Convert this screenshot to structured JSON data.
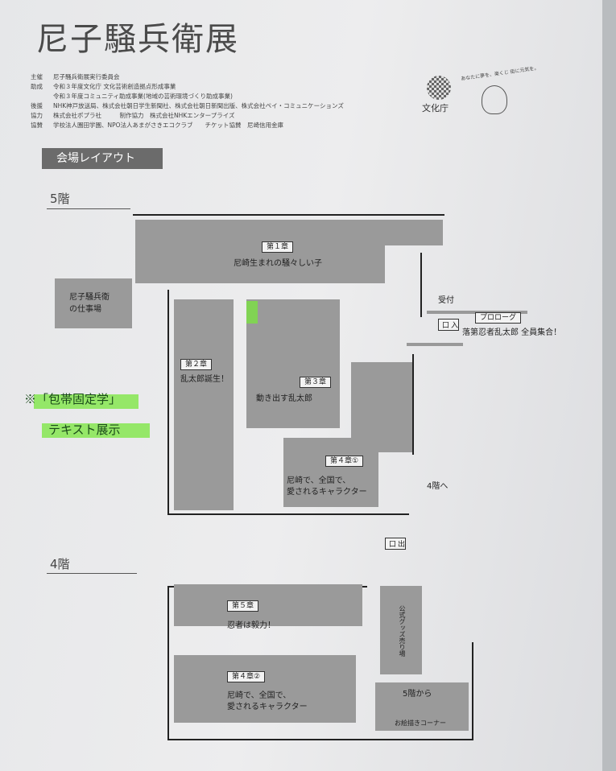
{
  "title": "尼子騒兵衛展",
  "credits": [
    {
      "k": "主催",
      "v": "尼子騒兵衛展実行委員会"
    },
    {
      "k": "助成",
      "v": "令和３年度文化庁 文化芸術創造拠点形成事業"
    },
    {
      "k": "",
      "v": "令和３年度コミュニティ助成事業(地域の芸術環境づくり助成事業)"
    },
    {
      "k": "後援",
      "v": "NHK神戸放送局、株式会社朝日学生新聞社、株式会社朝日新聞出版、株式会社ペイ・コミュニケーションズ"
    },
    {
      "k": "協力",
      "v": "株式会社ポプラ社　　　制作協力　株式会社NHKエンタープライズ"
    },
    {
      "k": "協賛",
      "v": "学校法人園田学園、NPO法人あまがさきエコクラブ　　チケット協賛　尼崎信用金庫"
    }
  ],
  "logos": {
    "bunkacho": "文化庁",
    "mascot_text": "あなたに夢を、楽くじ 街に元気を。"
  },
  "section_title": "会場レイアウト",
  "floor5": {
    "label": "5階",
    "ch1_tag": "第１章",
    "ch1": "尼崎生まれの騒々しい子",
    "work_room": "尼子騒兵衛\nの仕事場",
    "ch2_tag": "第２章",
    "ch2": "乱太郎誕生！",
    "ch3_tag": "第３章",
    "ch3": "動き出す乱太郎",
    "ch41_tag": "第４章①",
    "ch41": "尼崎で、全国で、\n愛されるキャラクター",
    "reception": "受付",
    "entrance": "入口",
    "prologue_tag": "プロローグ",
    "prologue": "落第忍者乱太郎 全員集合！",
    "to4": "4階へ"
  },
  "floor4": {
    "label": "4階",
    "exit": "出口",
    "ch5_tag": "第５章",
    "ch5": "忍者は毅力！",
    "ch42_tag": "第４章②",
    "ch42": "尼崎で、全国で、\n愛されるキャラクター",
    "goods": "公式グッズ売り場",
    "from5": "5階から",
    "drawing": "お絵描きコーナー"
  },
  "handwritten": {
    "line1": "※「包帯固定学」",
    "line2": "テキスト展示"
  }
}
